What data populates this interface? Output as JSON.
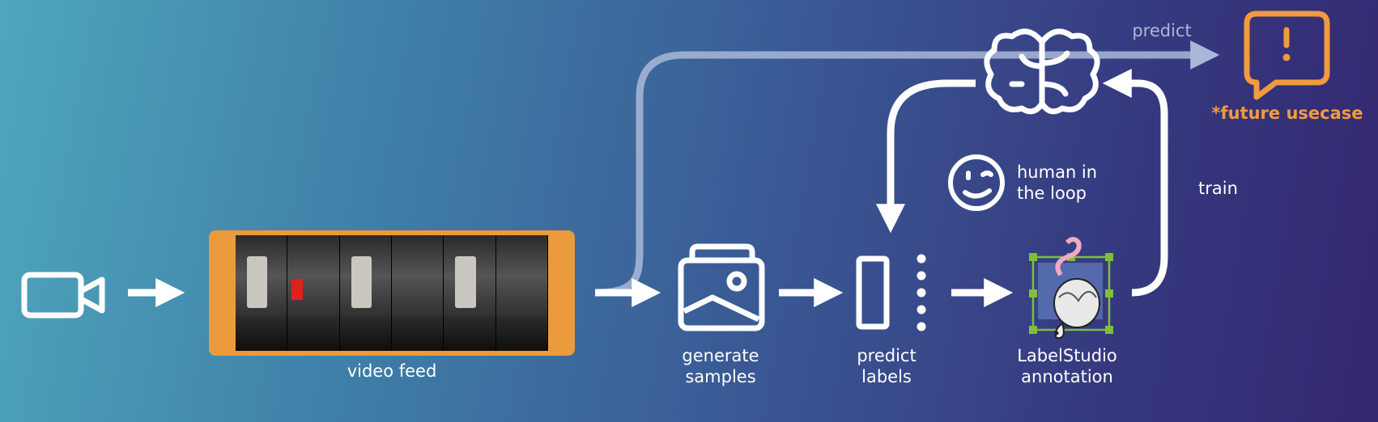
{
  "labels": {
    "video_feed": "video feed",
    "generate_samples": [
      "generate",
      "samples"
    ],
    "predict_labels": [
      "predict",
      "labels"
    ],
    "labelstudio_annotation": [
      "LabelStudio",
      "annotation"
    ],
    "predict": "predict",
    "train": "train",
    "human_in_the_loop": [
      "human in",
      "the loop"
    ],
    "future_usecase": "*future usecase"
  },
  "icons": {
    "camera": "video-camera-icon",
    "images": "image-gallery-icon",
    "labels": "label-list-icon",
    "annotation": "labelstudio-opossum-icon",
    "brain": "brain-icon",
    "smiley": "smiley-icon",
    "alert": "alert-speech-bubble-icon"
  },
  "colors": {
    "video_frame": "#eb9a3c",
    "future_usecase": "#f19a3e",
    "predict_faded": "#a9b8d8",
    "annotation_box": "#7fbf3a"
  }
}
